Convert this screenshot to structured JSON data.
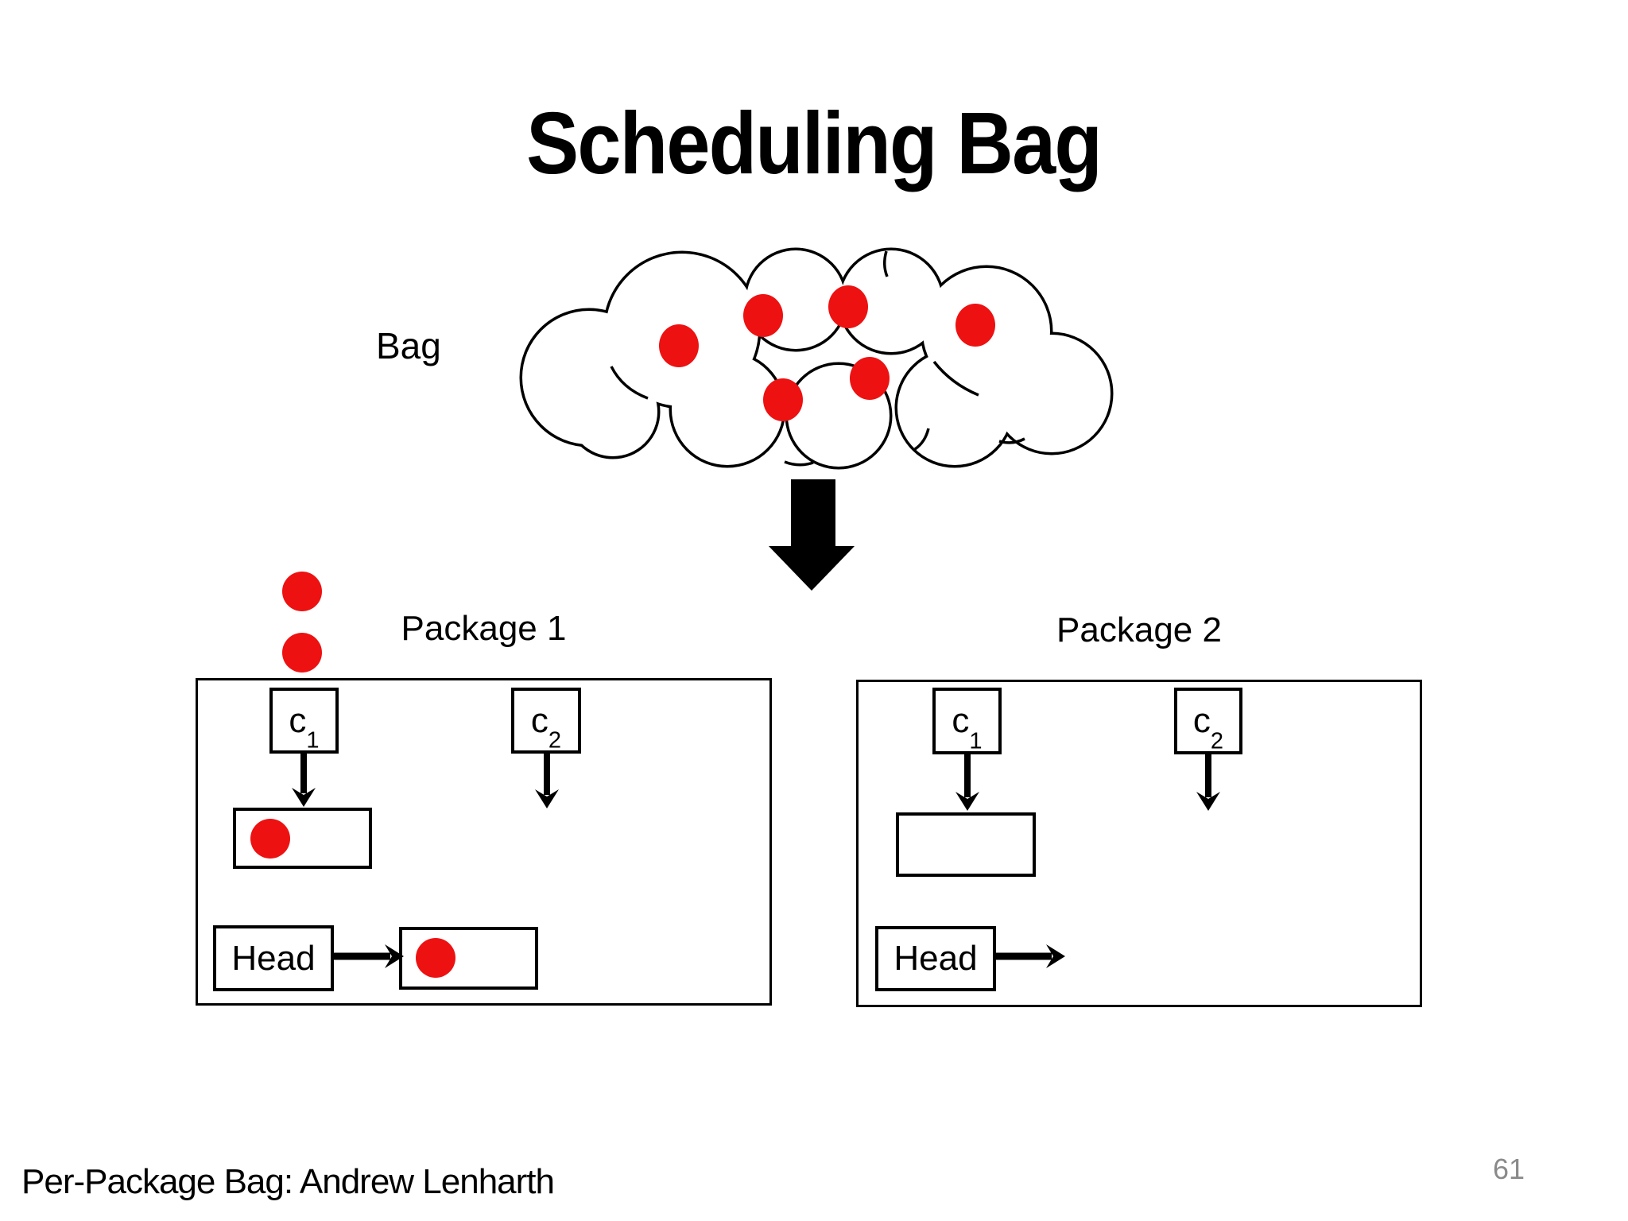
{
  "slide": {
    "title": "Scheduling Bag",
    "footer": "Per-Package Bag: Andrew Lenharth",
    "page_number": "61"
  },
  "bag": {
    "label": "Bag",
    "tokens_in_cloud": 6,
    "tokens_falling_to_package1": 2
  },
  "packages": [
    {
      "label": "Package 1",
      "counters": [
        {
          "base": "c",
          "sub": "1"
        },
        {
          "base": "c",
          "sub": "2"
        }
      ],
      "head_label": "Head",
      "c1_slot_tokens": 1,
      "c2_slot_tokens": 0,
      "head_slot_tokens": 1
    },
    {
      "label": "Package 2",
      "counters": [
        {
          "base": "c",
          "sub": "1"
        },
        {
          "base": "c",
          "sub": "2"
        }
      ],
      "head_label": "Head",
      "c1_slot_tokens": 0,
      "c2_slot_tokens": 0,
      "head_slot_tokens": 0
    }
  ],
  "colors": {
    "token_red": "#ee1111",
    "outline_black": "#000000",
    "page_number_gray": "#8a8a8a",
    "background": "#ffffff"
  }
}
